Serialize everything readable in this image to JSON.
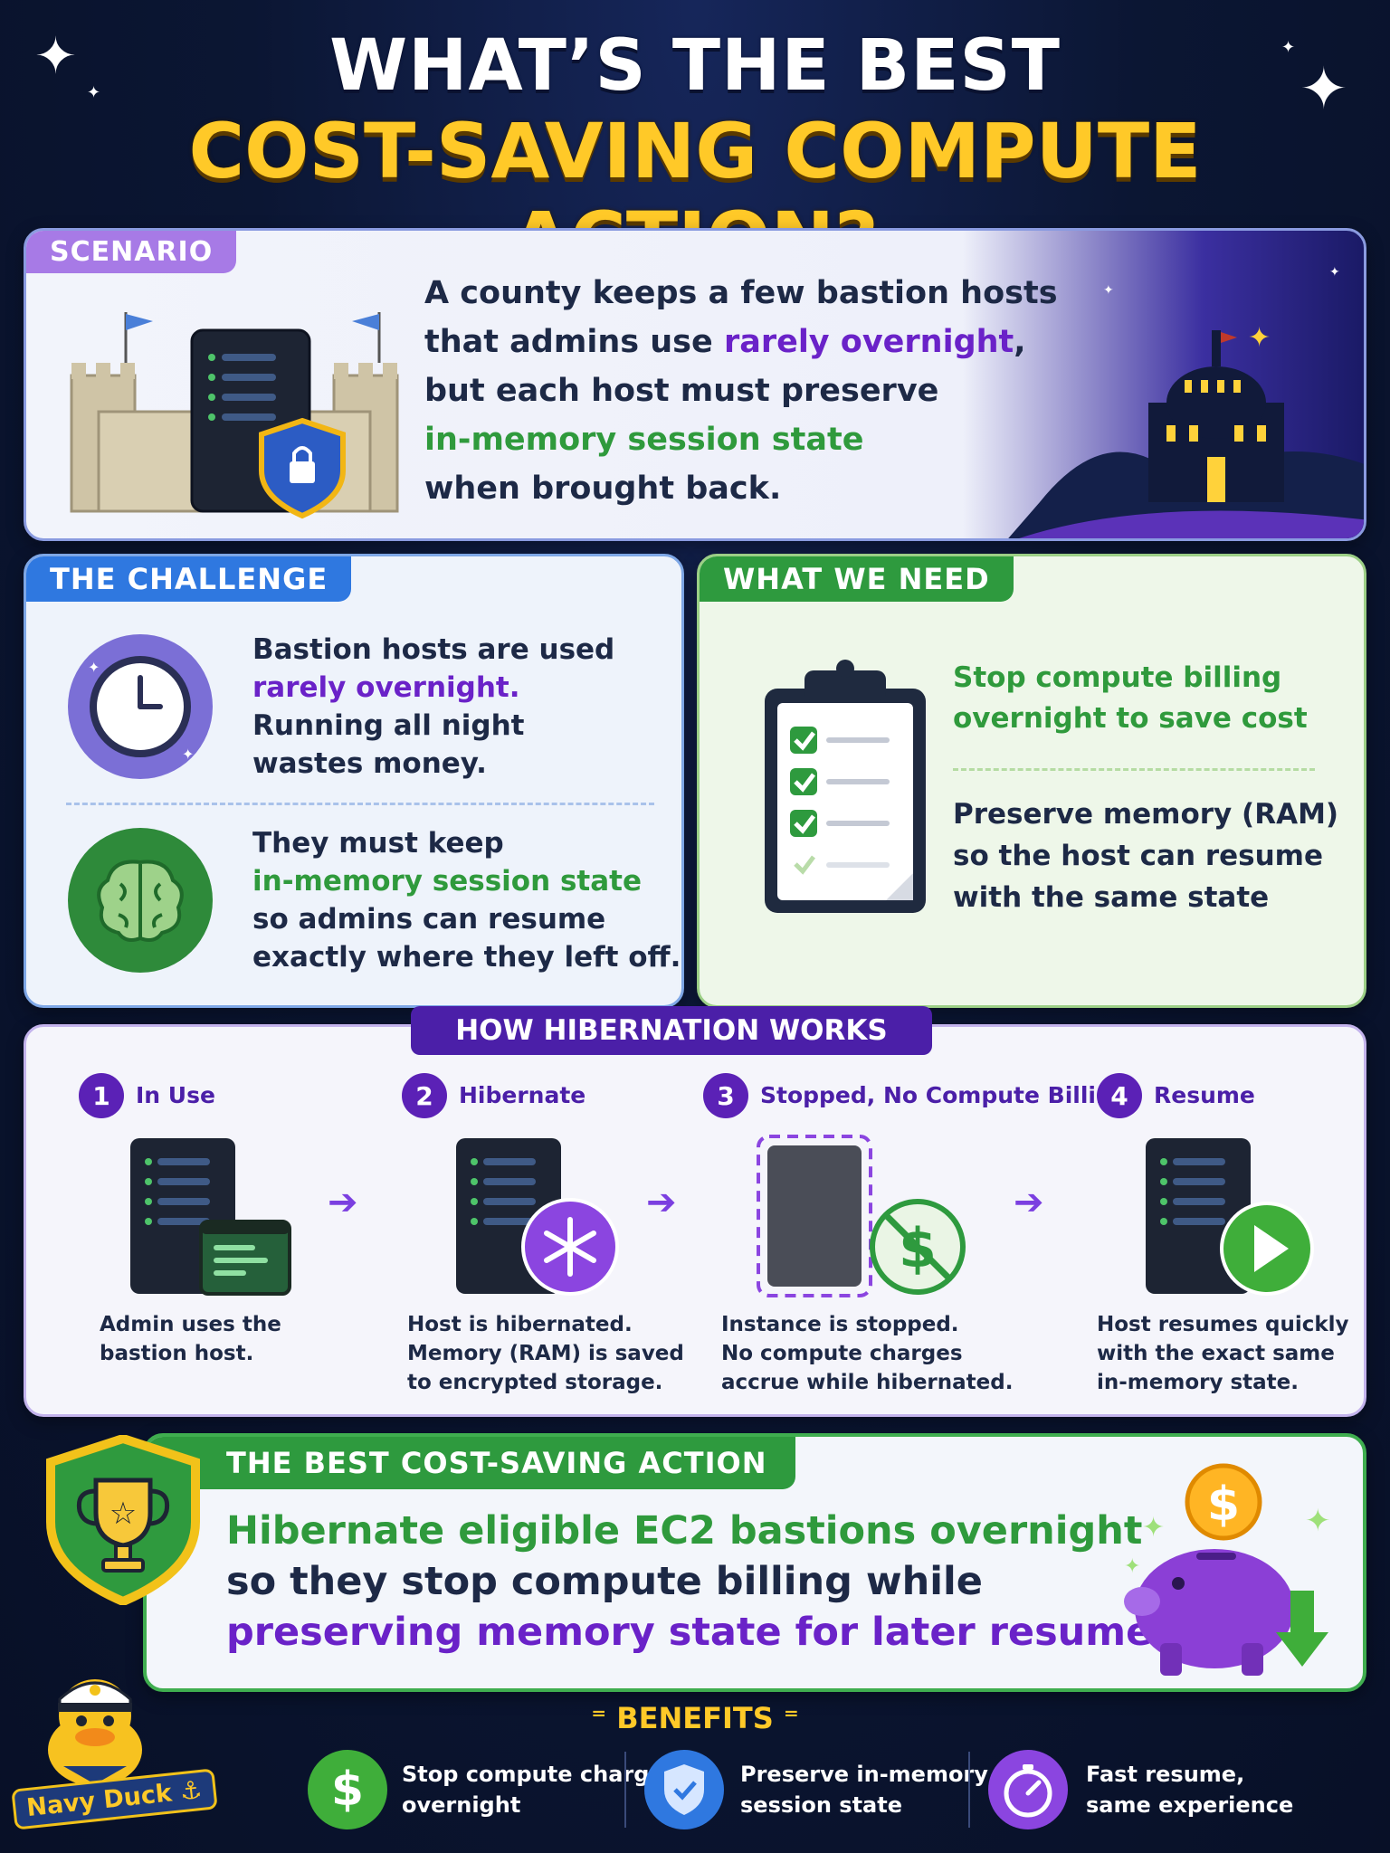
{
  "header": {
    "line1": "WHAT’S THE BEST",
    "line2": "COST-SAVING COMPUTE ACTION?"
  },
  "scenario": {
    "tag": "SCENARIO",
    "text_1": "A county keeps a few bastion hosts",
    "text_2a": "that admins use ",
    "text_2b": "rarely overnight",
    "text_2c": ",",
    "text_3": "but each host must preserve",
    "text_4": "in-memory session state",
    "text_5": "when brought back."
  },
  "challenge": {
    "tag": "THE CHALLENGE",
    "item1": {
      "line1": "Bastion hosts are used",
      "line2": "rarely overnight.",
      "line3": "Running all night",
      "line4": "wastes money."
    },
    "item2": {
      "line1": "They must keep",
      "line2": "in-memory session state",
      "line3": "so admins can resume",
      "line4": "exactly where they left off."
    }
  },
  "need": {
    "tag": "WHAT WE NEED",
    "item1": {
      "line1": "Stop compute billing",
      "line2": "overnight to save cost"
    },
    "item2": {
      "line1": "Preserve memory (RAM)",
      "line2": "so the host can resume",
      "line3": "with the same state"
    }
  },
  "hibernation": {
    "tag": "HOW HIBERNATION WORKS",
    "steps": [
      {
        "num": "1",
        "title": "In Use",
        "desc1": "Admin uses the",
        "desc2": "bastion host.",
        "desc3": ""
      },
      {
        "num": "2",
        "title": "Hibernate",
        "desc1": "Host is hibernated.",
        "desc2": "Memory (RAM) is saved",
        "desc3": "to encrypted storage."
      },
      {
        "num": "3",
        "title": "Stopped, No Compute Billing",
        "desc1": "Instance is stopped.",
        "desc2": "No compute charges",
        "desc3": "accrue while hibernated."
      },
      {
        "num": "4",
        "title": "Resume",
        "desc1": "Host resumes quickly",
        "desc2": "with the exact same",
        "desc3": "in-memory state."
      }
    ]
  },
  "best": {
    "tag": "THE BEST COST-SAVING ACTION",
    "line1": "Hibernate eligible EC2 bastions overnight",
    "line2": "so they stop compute billing while",
    "line3": "preserving memory state for later resume."
  },
  "benefits": {
    "title": "BENEFITS",
    "items": [
      {
        "icon": "dollar-icon",
        "line1": "Stop compute charges",
        "line2": "overnight"
      },
      {
        "icon": "shield-check-icon",
        "line1": "Preserve in-memory",
        "line2": "session state"
      },
      {
        "icon": "gauge-icon",
        "line1": "Fast resume,",
        "line2": "same experience"
      }
    ]
  },
  "mascot": {
    "label": "Navy Duck"
  },
  "colors": {
    "purple": "#6a22c8",
    "green": "#2f9a3c",
    "gold": "#ffc928",
    "navy": "#0b1633"
  }
}
